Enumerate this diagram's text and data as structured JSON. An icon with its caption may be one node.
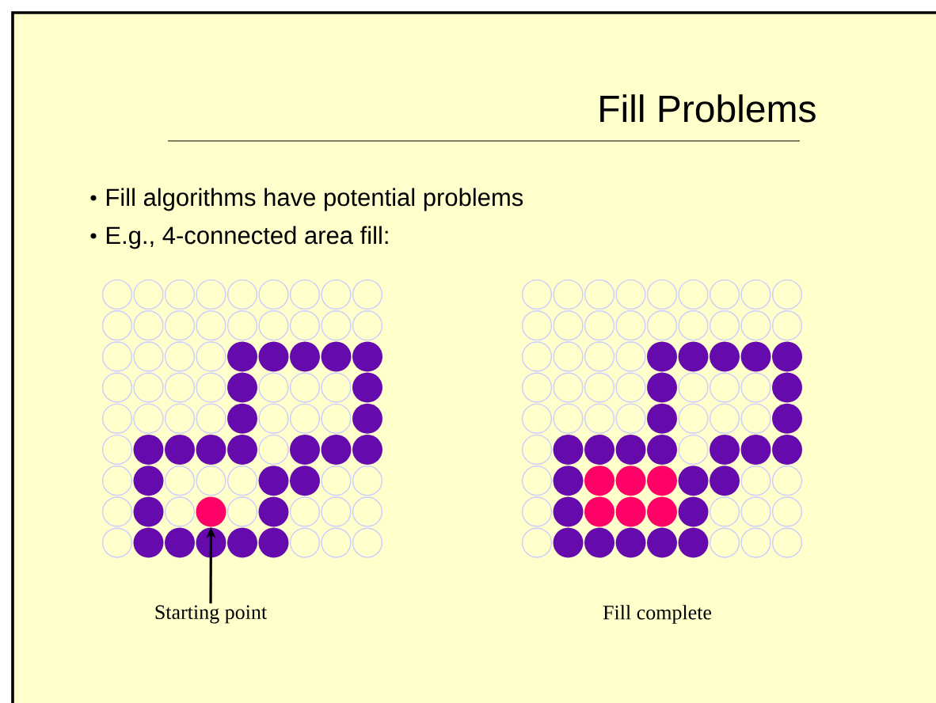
{
  "diagram": {
    "title": "Fill Problems",
    "nodes": [
      {
        "text": [
          "Starting point"
        ]
      },
      {
        "text": [],
        "shape": "circle"
      }
    ],
    "edges": [
      {
        "from": 0,
        "to": 1,
        "arrow": "to"
      }
    ],
    "labels": [
      "Fill algorithms have potential problems",
      "E.g., 4-connected area fill:",
      "Fill complete"
    ]
  }
}
